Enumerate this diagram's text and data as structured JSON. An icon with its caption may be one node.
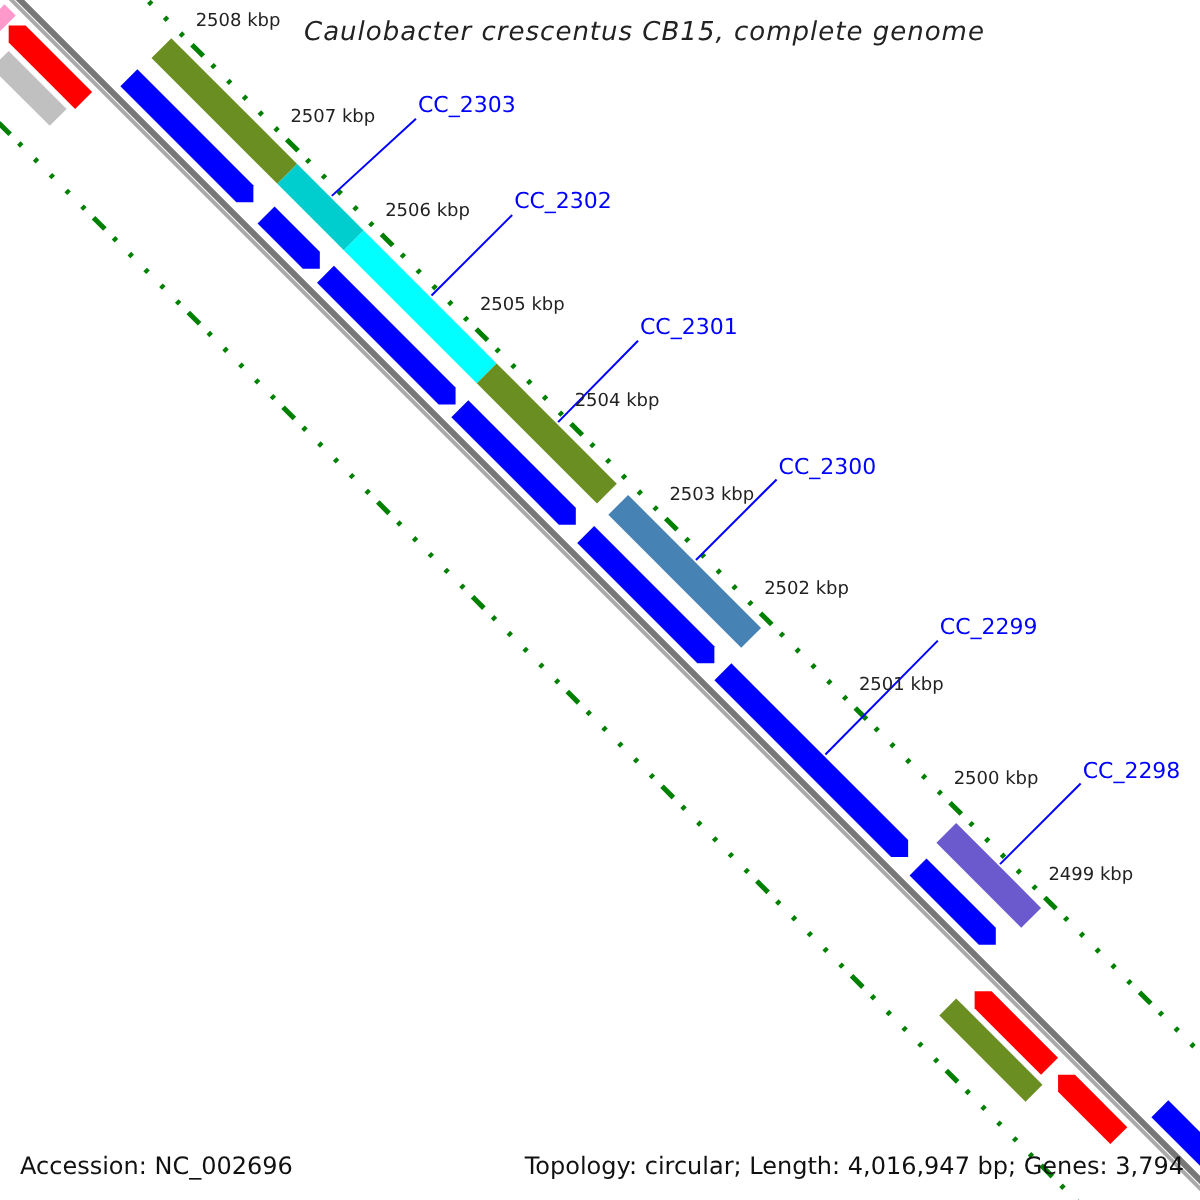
{
  "diagram": {
    "title": "Caulobacter crescentus CB15, complete genome",
    "nodes": [
      {
        "text": [
          "CC_2303"
        ]
      },
      {
        "text": [
          "CC_2302"
        ]
      },
      {
        "text": [
          "CC_2301"
        ]
      },
      {
        "text": [
          "CC_2300"
        ]
      },
      {
        "text": [
          "CC_2299"
        ]
      },
      {
        "text": [
          "CC_2298"
        ]
      },
      {
        "text": [],
        "shape": "bar"
      },
      {
        "text": [],
        "shape": "arrow"
      },
      {
        "text": [],
        "shape": "bar"
      },
      {
        "text": [],
        "shape": "arrow"
      },
      {
        "text": [],
        "shape": "bar"
      },
      {
        "text": [],
        "shape": "arrow"
      },
      {
        "text": [],
        "shape": "bar"
      },
      {
        "text": [],
        "shape": "arrow"
      },
      {
        "text": [],
        "shape": "bar"
      },
      {
        "text": [],
        "shape": "arrow"
      },
      {
        "text": [],
        "shape": "bar"
      },
      {
        "text": [],
        "shape": "arrow"
      },
      {
        "text": [],
        "shape": "bar"
      },
      {
        "text": [],
        "shape": "arrow"
      },
      {
        "text": [],
        "shape": "arrow"
      },
      {
        "text": [],
        "shape": "bar"
      },
      {
        "text": [],
        "shape": "bar"
      },
      {
        "text": [],
        "shape": "arrow"
      },
      {
        "text": [],
        "shape": "arrow"
      },
      {
        "text": [],
        "shape": "arrow"
      }
    ],
    "edges": [
      {
        "from": 0,
        "to": 12,
        "arrow": "none"
      },
      {
        "from": 1,
        "to": 14,
        "arrow": "none"
      },
      {
        "from": 2,
        "to": 16,
        "arrow": "none"
      },
      {
        "from": 3,
        "to": 18,
        "arrow": "none"
      },
      {
        "from": 4,
        "to": 19,
        "arrow": "none"
      },
      {
        "from": 5,
        "to": 21,
        "arrow": "none"
      }
    ],
    "labels": [
      "2508 kbp",
      "2507 kbp",
      "2506 kbp",
      "2505 kbp",
      "2504 kbp",
      "2503 kbp",
      "2502 kbp",
      "2501 kbp",
      "2500 kbp",
      "2499 kbp",
      "Accession: NC_002696",
      "Topology: circular; Length: 4,016,947 bp; Genes: 3,794"
    ]
  }
}
